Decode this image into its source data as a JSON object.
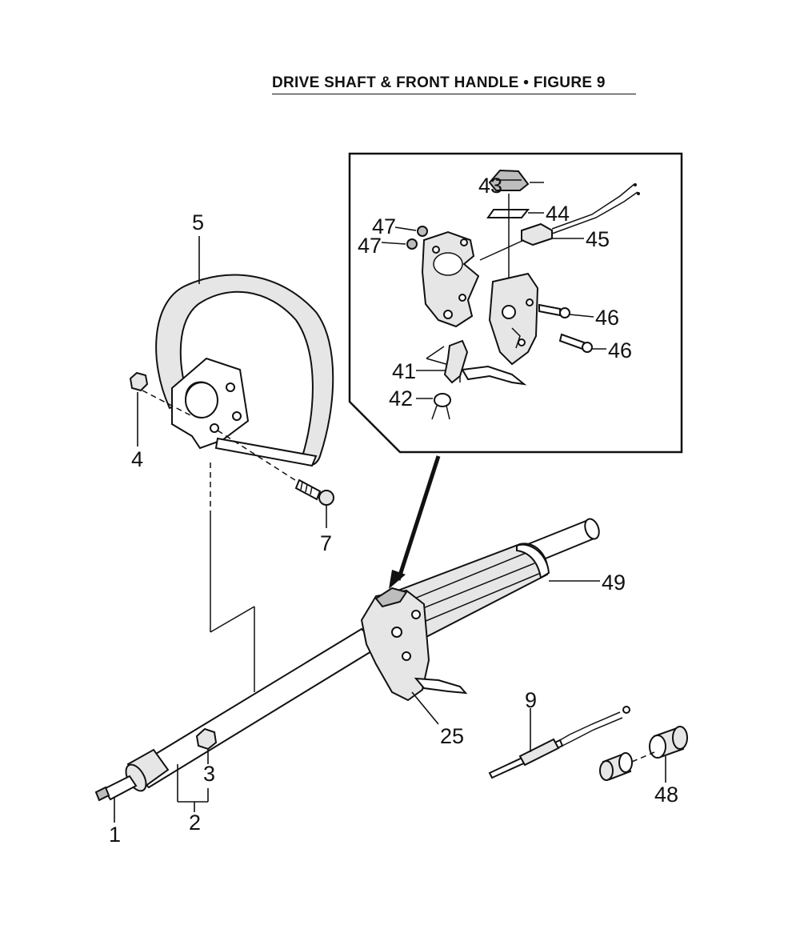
{
  "title": "DRIVE SHAFT & FRONT HANDLE  •  FIGURE 9",
  "callouts": {
    "p1": "1",
    "p2": "2",
    "p3": "3",
    "p4": "4",
    "p5": "5",
    "p7": "7",
    "p9": "9",
    "p25": "25",
    "p41": "41",
    "p42": "42",
    "p43": "43",
    "p44": "44",
    "p45": "45",
    "p46a": "46",
    "p46b": "46",
    "p47a": "47",
    "p47b": "47",
    "p48": "48",
    "p49": "49"
  }
}
